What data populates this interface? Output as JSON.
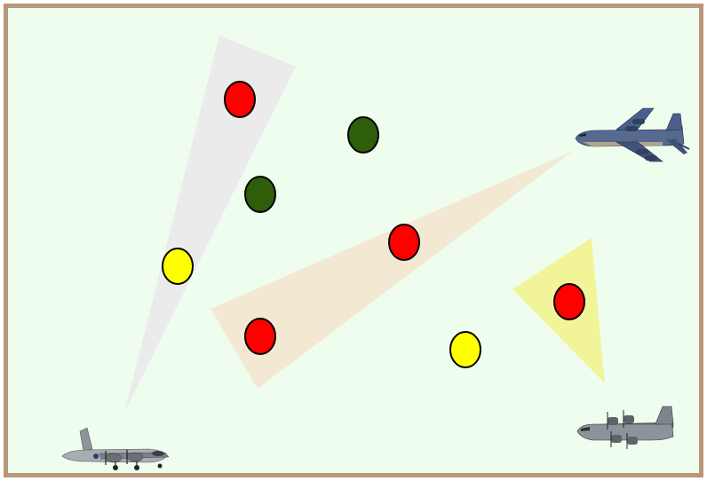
{
  "scene": {
    "colors": {
      "frame": "#b8977a",
      "background": "#effdef",
      "sensor_cone_gray": "#ebebeb",
      "sensor_cone_tan": "#f3e9d3",
      "sensor_cone_yellow": "#f2f49a",
      "marker_red": "#ff0000",
      "marker_green": "#2e5e0a",
      "marker_yellow": "#ffff00"
    },
    "aircraft": [
      {
        "name": "four-engine-patrol-plane-icon",
        "description_icon": "propeller-patrol-aircraft"
      },
      {
        "name": "jet-tanker-plane-icon",
        "description_icon": "four-engine-jet-aircraft"
      },
      {
        "name": "cargo-plane-icon",
        "description_icon": "high-wing-turboprop-aircraft"
      }
    ],
    "sensor_beams": [
      {
        "name": "gray-sensor-beam",
        "color_key": "sensor_cone_gray"
      },
      {
        "name": "tan-sensor-beam",
        "color_key": "sensor_cone_tan"
      },
      {
        "name": "yellow-sensor-beam",
        "color_key": "sensor_cone_yellow"
      }
    ],
    "markers": [
      {
        "name": "red-marker",
        "status": "red"
      },
      {
        "name": "green-marker",
        "status": "green"
      },
      {
        "name": "green-marker",
        "status": "green"
      },
      {
        "name": "yellow-marker",
        "status": "yellow"
      },
      {
        "name": "red-marker",
        "status": "red"
      },
      {
        "name": "red-marker",
        "status": "red"
      },
      {
        "name": "red-marker",
        "status": "red"
      },
      {
        "name": "yellow-marker",
        "status": "yellow"
      }
    ]
  }
}
